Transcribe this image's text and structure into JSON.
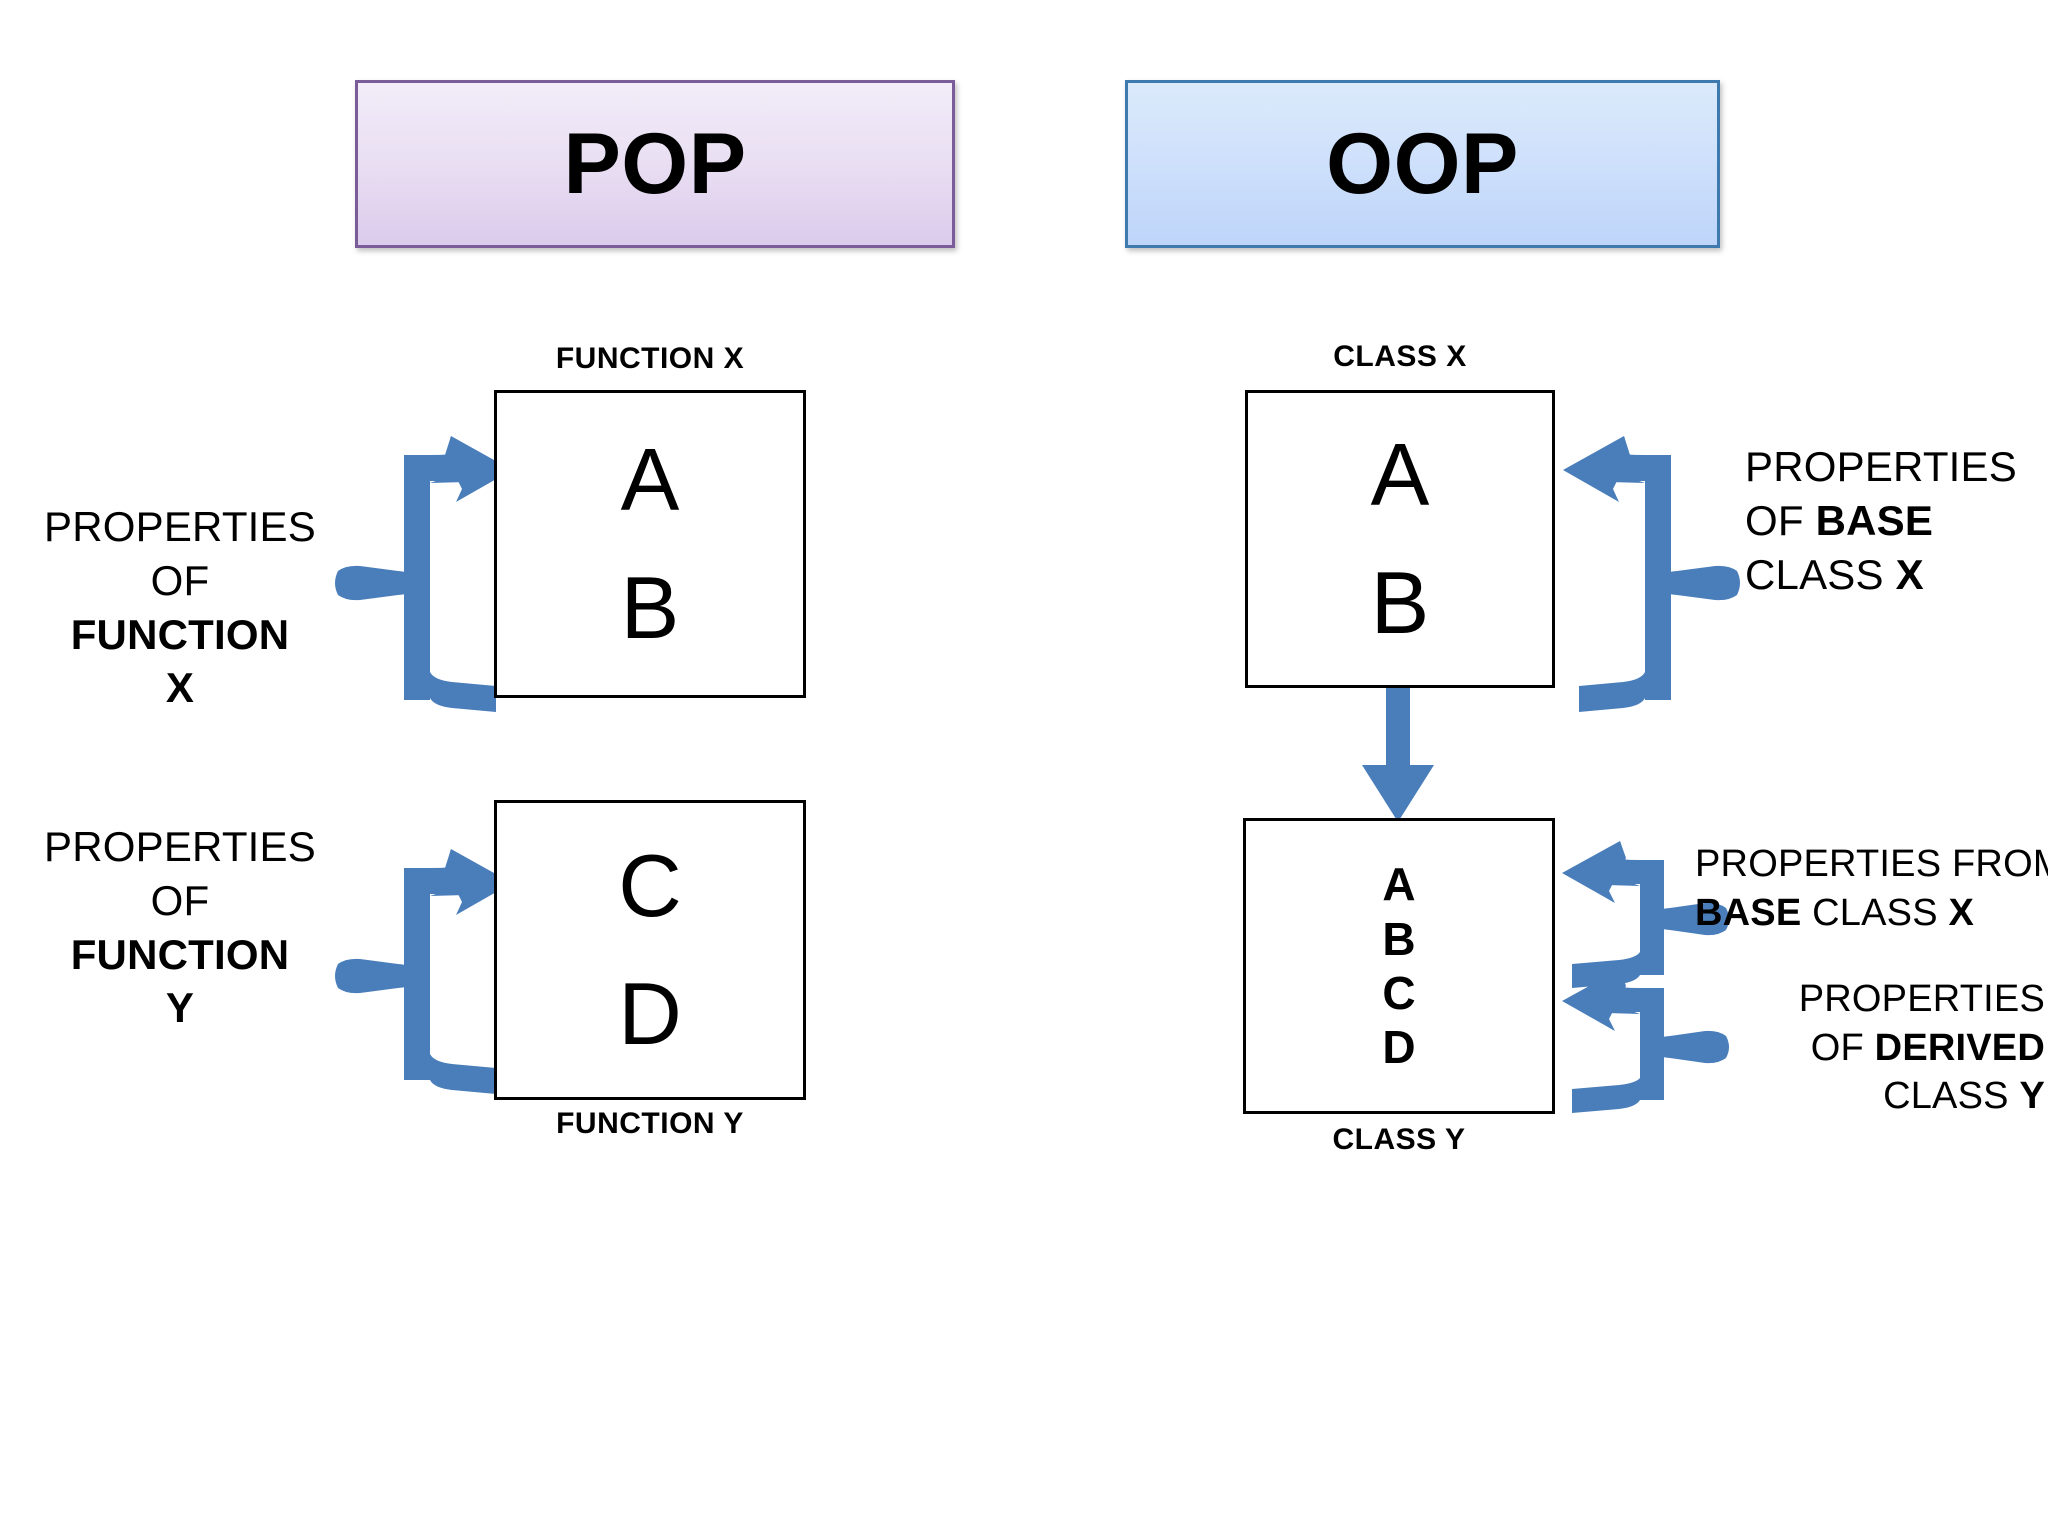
{
  "headers": {
    "left": {
      "label": "POP",
      "border_color": "#7a5c98",
      "fill_top": "#f2ecf8",
      "fill_bottom": "#dccbec"
    },
    "right": {
      "label": "OOP",
      "border_color": "#3f7aae",
      "fill_top": "#dbeafb",
      "fill_bottom": "#bed5fa"
    }
  },
  "accent_color": "#4a7ebb",
  "pop": {
    "function_x": {
      "caption": "FUNCTION X",
      "members": [
        "A",
        "B"
      ],
      "annotation": {
        "line1": "PROPERTIES",
        "line2": "OF",
        "line3": "FUNCTION",
        "line4": "X"
      }
    },
    "function_y": {
      "caption": "FUNCTION Y",
      "members": [
        "C",
        "D"
      ],
      "annotation": {
        "line1": "PROPERTIES",
        "line2": "OF",
        "line3": "FUNCTION",
        "line4": "Y"
      }
    }
  },
  "oop": {
    "class_x": {
      "caption": "CLASS X",
      "members": [
        "A",
        "B"
      ],
      "annotation": {
        "line1": "PROPERTIES",
        "line2_plain": "OF ",
        "line2_bold": "BASE",
        "line3_plain": "CLASS ",
        "line3_bold": "X"
      }
    },
    "class_y": {
      "caption": "CLASS Y",
      "members": [
        "A",
        "B",
        "C",
        "D"
      ],
      "inherited_annotation": {
        "line1": "PROPERTIES FROM",
        "line2_bold1": "BASE",
        "line2_plain": " CLASS ",
        "line2_bold2": "X"
      },
      "own_annotation": {
        "line1": "PROPERTIES",
        "line2_plain": "OF ",
        "line2_bold": "DERIVED",
        "line3_plain": "CLASS ",
        "line3_bold": "Y"
      }
    }
  }
}
